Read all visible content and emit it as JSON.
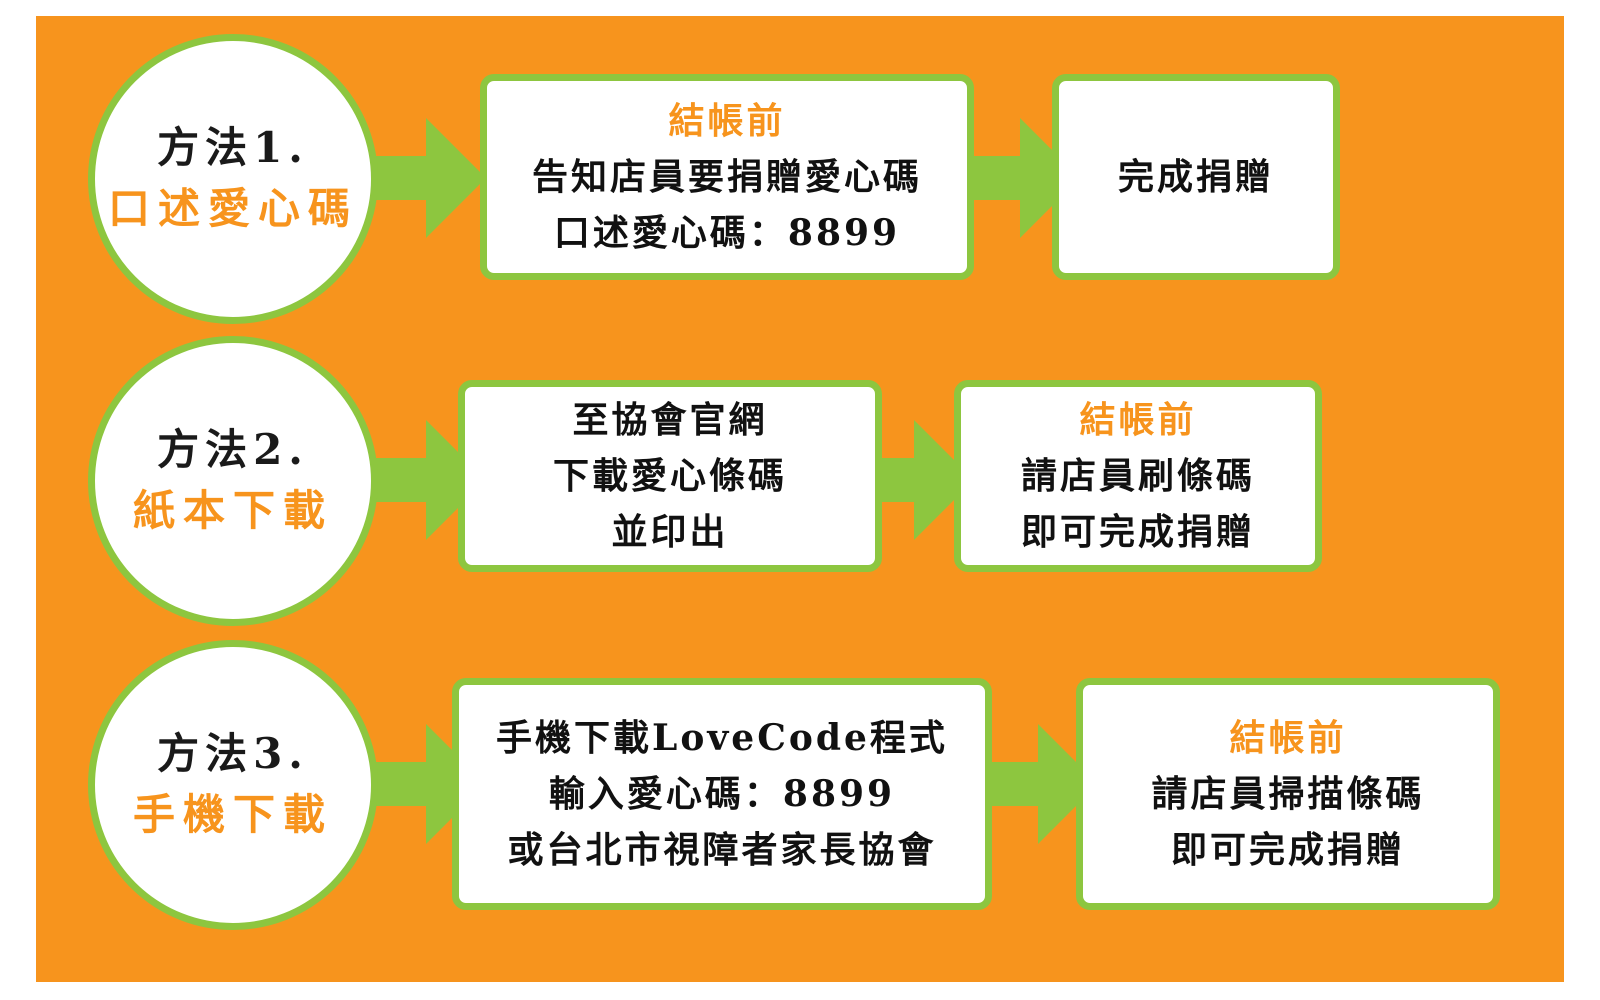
{
  "colors": {
    "accent": "#f7941d",
    "green": "#8dc63f",
    "text": "#111111"
  },
  "arrow_icon": "right-arrow-icon",
  "methods": [
    {
      "label": "方法1.",
      "title": "口述愛心碼",
      "step1": {
        "accent": "結帳前",
        "lines": [
          "告知店員要捐贈愛心碼",
          "口述愛心碼：8899"
        ]
      },
      "step2": {
        "lines": [
          "完成捐贈"
        ]
      }
    },
    {
      "label": "方法2.",
      "title": "紙本下載",
      "step1": {
        "lines": [
          "至協會官網",
          "下載愛心條碼",
          "並印出"
        ]
      },
      "step2": {
        "accent": "結帳前",
        "lines": [
          "請店員刷條碼",
          "即可完成捐贈"
        ]
      }
    },
    {
      "label": "方法3.",
      "title": "手機下載",
      "step1": {
        "lines": [
          "手機下載LoveCode程式",
          "輸入愛心碼：8899",
          "或台北市視障者家長協會"
        ]
      },
      "step2": {
        "accent": "結帳前",
        "lines": [
          "請店員掃描條碼",
          "即可完成捐贈"
        ]
      }
    }
  ]
}
